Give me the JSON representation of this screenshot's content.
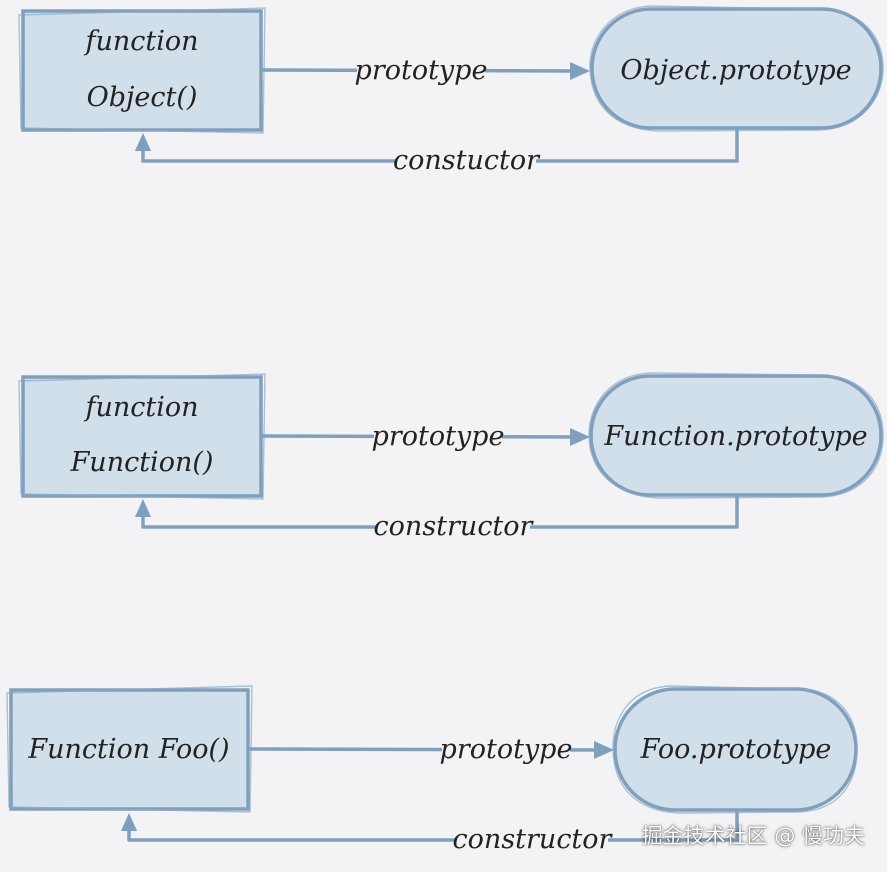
{
  "diagram": {
    "object_row": {
      "func_line1": "function",
      "func_line2": "Object()",
      "proto": "Object.prototype",
      "prototype_label": "prototype",
      "constructor_label": "constuctor"
    },
    "function_row": {
      "func_line1": "function",
      "func_line2": "Function()",
      "proto": "Function.prototype",
      "prototype_label": "prototype",
      "constructor_label": "constructor"
    },
    "foo_row": {
      "func_line1": "Function Foo()",
      "proto": "Foo.prototype",
      "prototype_label": "prototype",
      "constructor_label": "constructor"
    }
  },
  "watermark": "掘金技术社区 @ 慢功夫"
}
